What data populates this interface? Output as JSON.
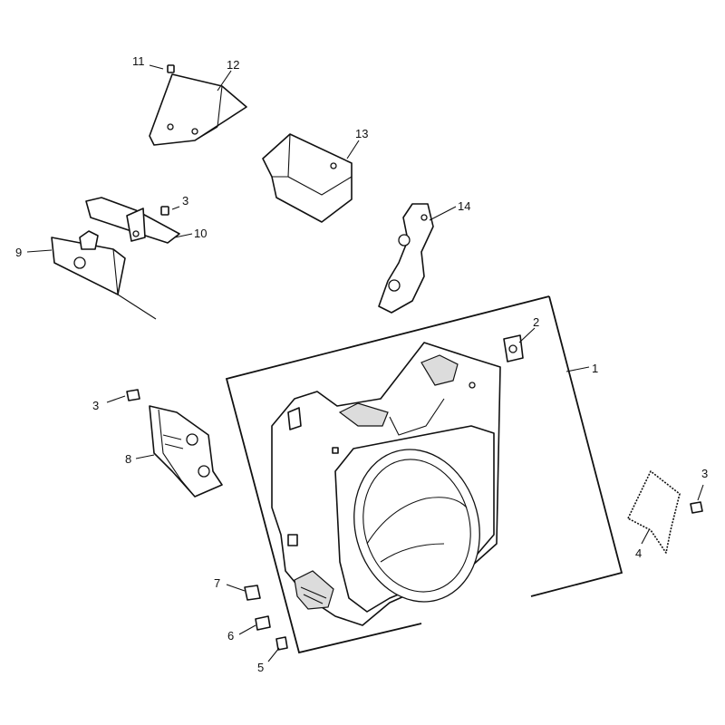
{
  "callouts": [
    {
      "id": "c1",
      "label": "1"
    },
    {
      "id": "c2",
      "label": "2"
    },
    {
      "id": "c3a",
      "label": "3"
    },
    {
      "id": "c3b",
      "label": "3"
    },
    {
      "id": "c3c",
      "label": "3"
    },
    {
      "id": "c4",
      "label": "4"
    },
    {
      "id": "c5",
      "label": "5"
    },
    {
      "id": "c6",
      "label": "6"
    },
    {
      "id": "c7",
      "label": "7"
    },
    {
      "id": "c8",
      "label": "8"
    },
    {
      "id": "c9",
      "label": "9"
    },
    {
      "id": "c10",
      "label": "10"
    },
    {
      "id": "c11",
      "label": "11"
    },
    {
      "id": "c12",
      "label": "12"
    },
    {
      "id": "c13",
      "label": "13"
    },
    {
      "id": "c14",
      "label": "14"
    }
  ]
}
